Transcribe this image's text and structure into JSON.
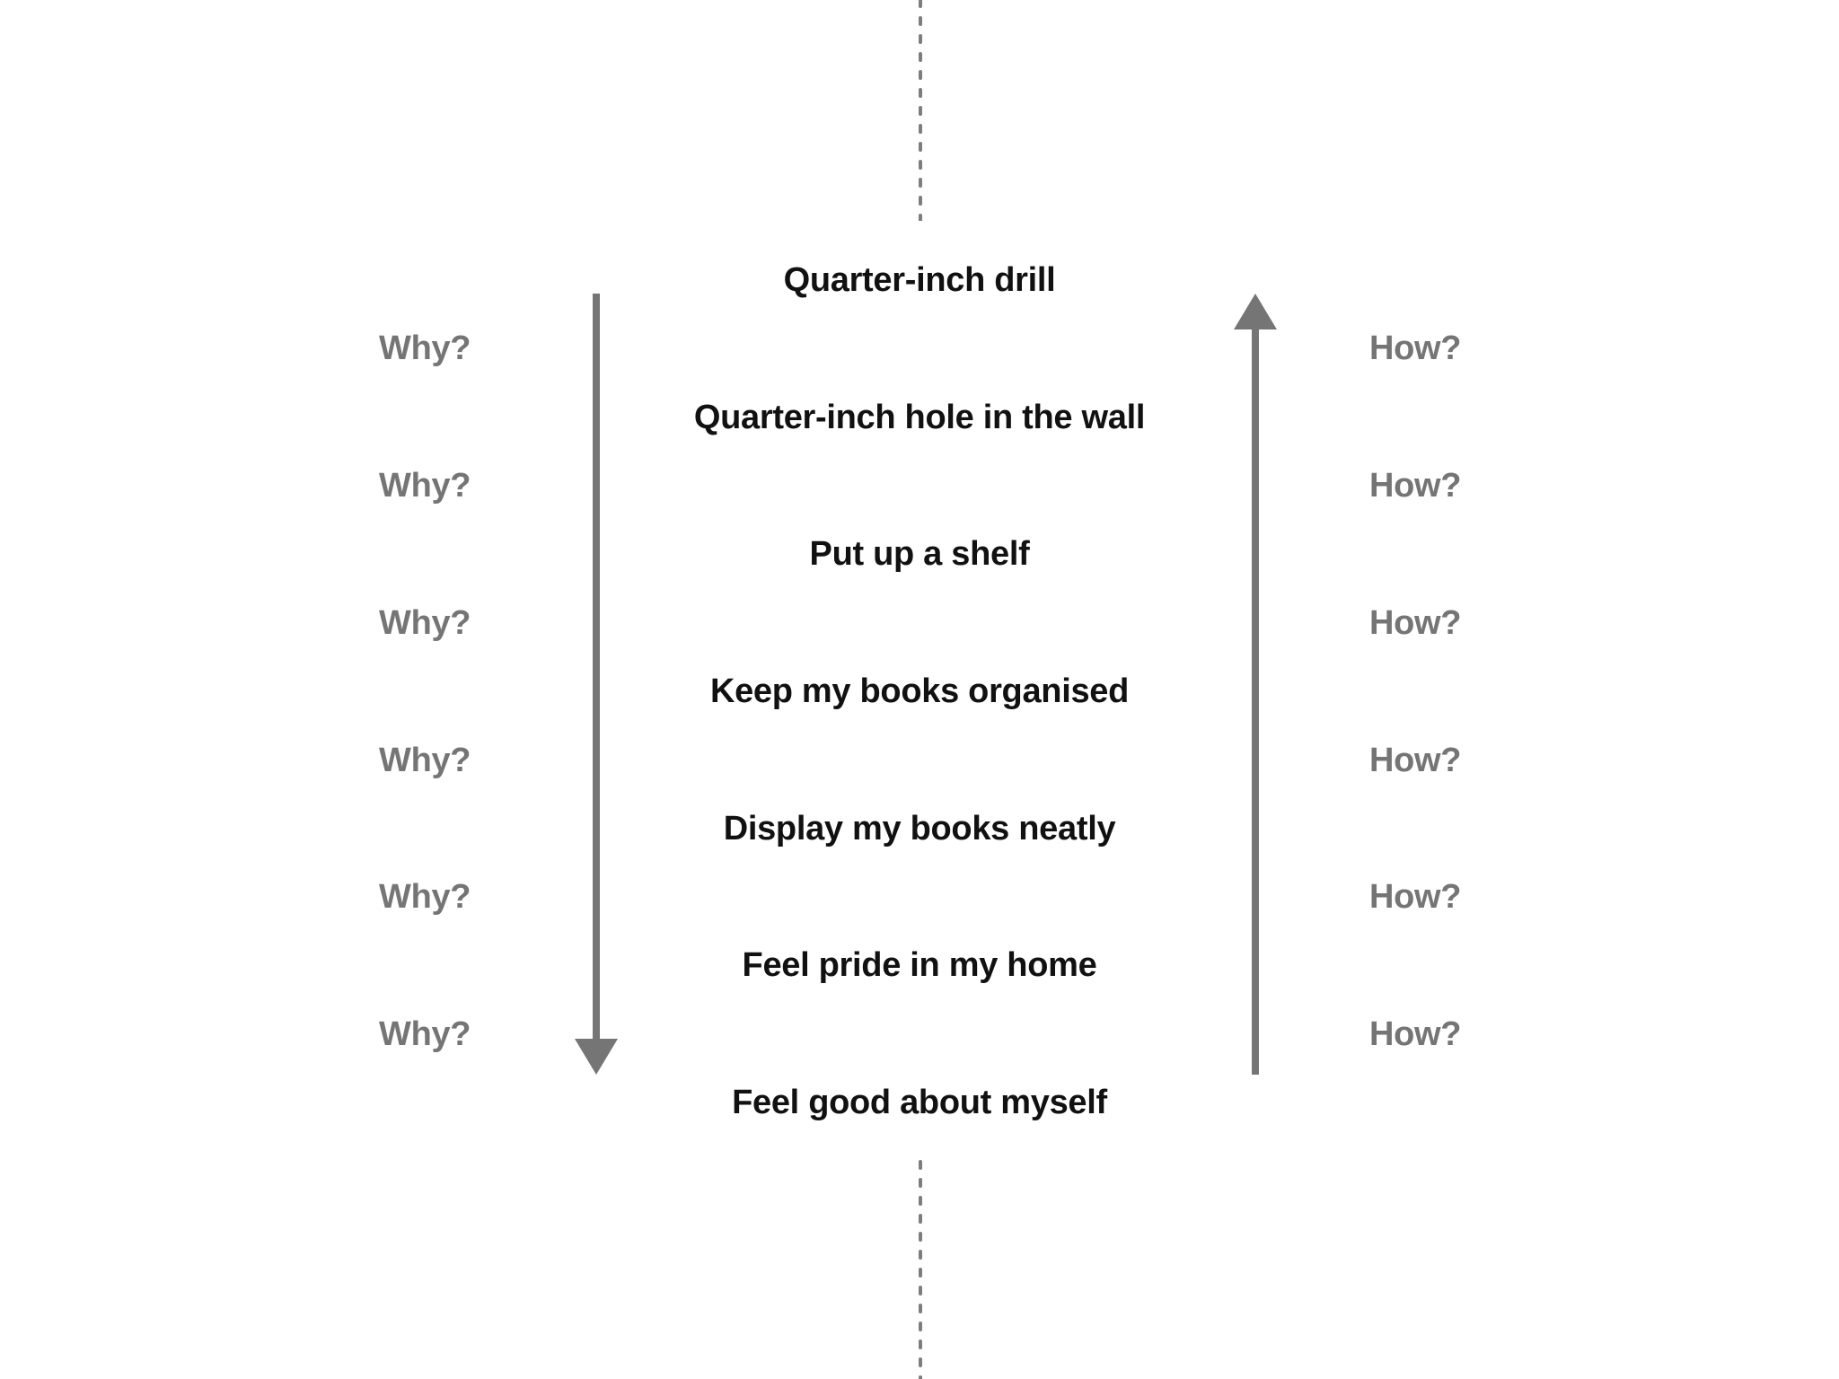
{
  "ladder": {
    "statements": [
      "Quarter-inch drill",
      "Quarter-inch hole in the wall",
      "Put up a shelf",
      "Keep my books organised",
      "Display my books neatly",
      "Feel pride in my home",
      "Feel good about myself"
    ],
    "why_labels": [
      "Why?",
      "Why?",
      "Why?",
      "Why?",
      "Why?",
      "Why?"
    ],
    "how_labels": [
      "How?",
      "How?",
      "How?",
      "How?",
      "How?",
      "How?"
    ]
  },
  "icons": {
    "left_arrow": "arrow-down",
    "right_arrow": "arrow-up",
    "top_axis": "dotted-vertical-line",
    "bottom_axis": "dotted-vertical-line"
  },
  "colors": {
    "background": "#ffffff",
    "statement_text": "#111111",
    "side_label_text": "#757575",
    "arrow": "#757575",
    "dotted_line": "#7d7d7d"
  }
}
